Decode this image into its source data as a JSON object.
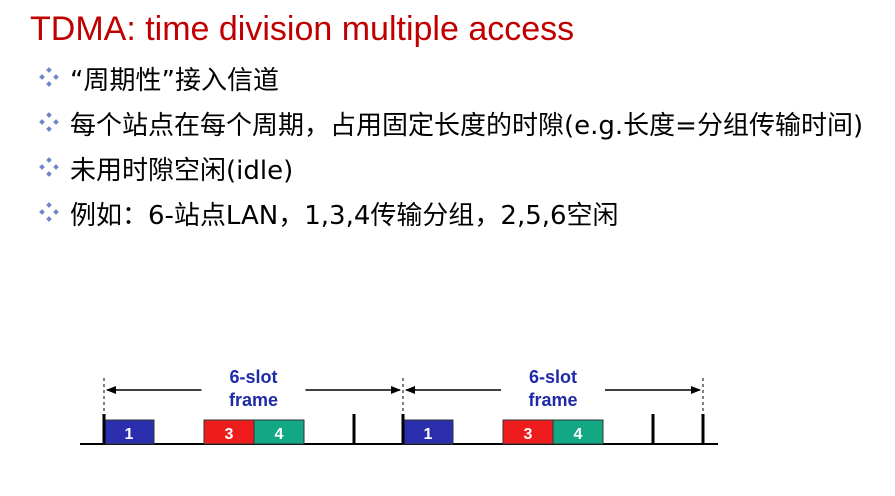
{
  "title": "TDMA: time division multiple access",
  "bullets": [
    {
      "text": "“周期性”接入信道"
    },
    {
      "text": "每个站点在每个周期，占用固定长度的时隙(e.g.长度=分组传输时间)"
    },
    {
      "text": "未用时隙空闲(idle)"
    },
    {
      "text": "例如：6-站点LAN，1,3,4传输分组，2,5,6空闲"
    }
  ],
  "icons": {
    "bullet_marker": "diamond-bullet-icon"
  },
  "colors": {
    "title": "#c00000",
    "bullet_marker": "#6e86c7",
    "frame_label": "#1f2aa8",
    "slot_1": "#2b2fae",
    "slot_3": "#ee1c1c",
    "slot_4": "#12a884"
  },
  "diagram": {
    "frames": [
      {
        "label_line1": "6-slot",
        "label_line2": "frame",
        "slots": [
          {
            "label": "1",
            "color": "#2b2fae"
          },
          {
            "label": "",
            "color": ""
          },
          {
            "label": "3",
            "color": "#ee1c1c"
          },
          {
            "label": "4",
            "color": "#12a884"
          },
          {
            "label": "",
            "color": ""
          },
          {
            "label": "",
            "color": ""
          }
        ]
      },
      {
        "label_line1": "6-slot",
        "label_line2": "frame",
        "slots": [
          {
            "label": "1",
            "color": "#2b2fae"
          },
          {
            "label": "",
            "color": ""
          },
          {
            "label": "3",
            "color": "#ee1c1c"
          },
          {
            "label": "4",
            "color": "#12a884"
          },
          {
            "label": "",
            "color": ""
          },
          {
            "label": "",
            "color": ""
          }
        ]
      }
    ]
  }
}
